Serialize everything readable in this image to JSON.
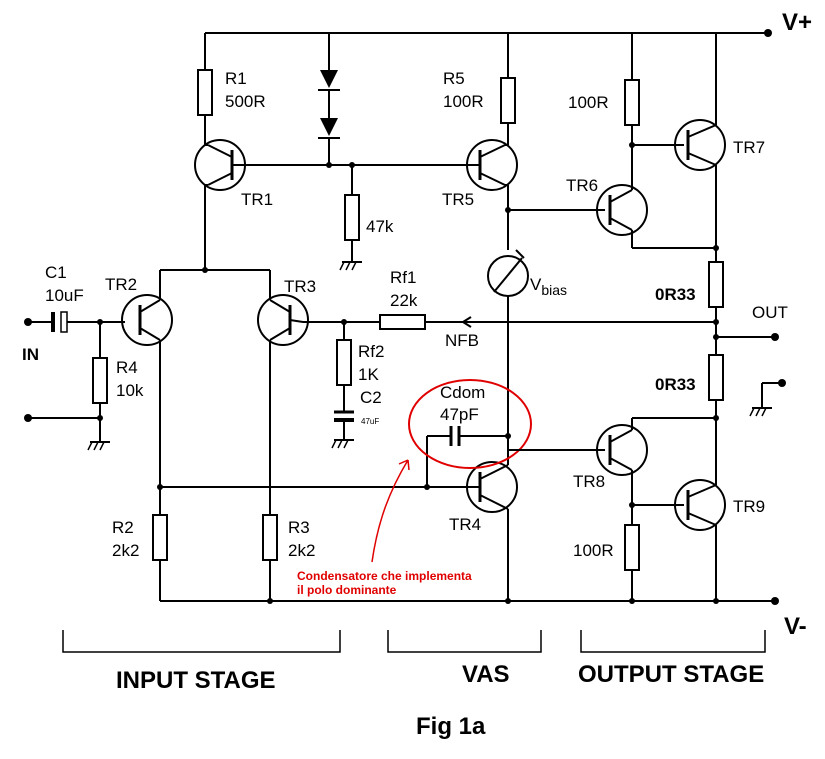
{
  "rails": {
    "vplus": "V+",
    "vminus": "V-"
  },
  "terminals": {
    "in": "IN",
    "out": "OUT"
  },
  "components": {
    "r1": {
      "name": "R1",
      "value": "500R"
    },
    "r5": {
      "name": "R5",
      "value": "100R"
    },
    "r_tr6": {
      "value": "100R"
    },
    "r47k": {
      "value": "47k"
    },
    "rf1": {
      "name": "Rf1",
      "value": "22k"
    },
    "rf2": {
      "name": "Rf2",
      "value": "1K"
    },
    "c2": {
      "name": "C2",
      "value": "47uF"
    },
    "c1": {
      "name": "C1",
      "value": "10uF"
    },
    "r4": {
      "name": "R4",
      "value": "10k"
    },
    "r2": {
      "name": "R2",
      "value": "2k2"
    },
    "r3": {
      "name": "R3",
      "value": "2k2"
    },
    "r_tr9": {
      "value": "100R"
    },
    "re_top": {
      "value": "0R33"
    },
    "re_bot": {
      "value": "0R33"
    },
    "cdom": {
      "name": "Cdom",
      "value": "47pF"
    },
    "vbias": {
      "name": "V",
      "sub": "bias"
    }
  },
  "transistors": [
    "TR1",
    "TR2",
    "TR3",
    "TR4",
    "TR5",
    "TR6",
    "TR7",
    "TR8",
    "TR9"
  ],
  "labels": {
    "nfb": "NFB"
  },
  "annotation": {
    "line1": "Condensatore che implementa",
    "line2": "il polo dominante"
  },
  "stages": {
    "input": "INPUT STAGE",
    "vas": "VAS",
    "output": "OUTPUT STAGE"
  },
  "caption": "Fig 1a",
  "colors": {
    "annotation": "#e00000",
    "wire": "#000000"
  }
}
